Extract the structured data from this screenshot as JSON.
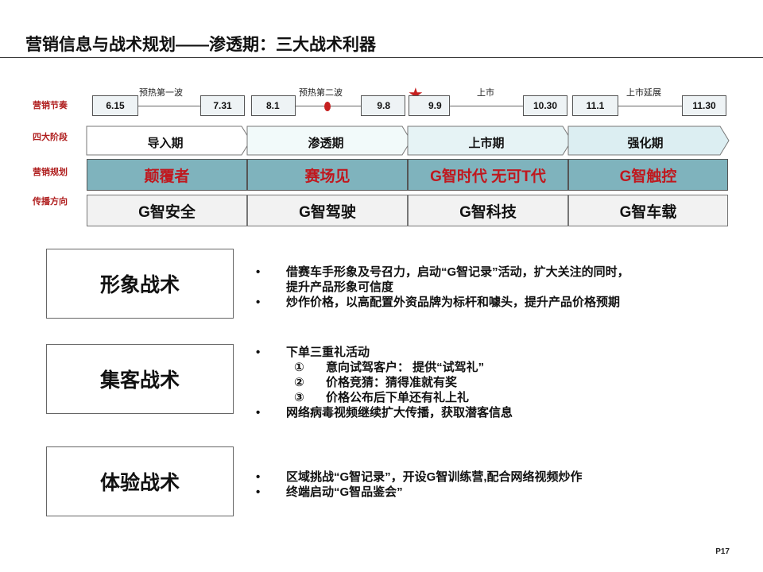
{
  "title": "营销信息与战术规划——渗透期：三大战术利器",
  "row_labels": {
    "rhythm": "营销节奏",
    "stages": "四大阶段",
    "plan": "营销规划",
    "direction": "传播方向"
  },
  "timeline": {
    "dates": [
      "6.15",
      "7.31",
      "8.1",
      "9.8",
      "9.9",
      "10.30",
      "11.1",
      "11.30"
    ],
    "wave_labels": [
      "预热第一波",
      "预热第二波",
      "上市",
      "上市延展"
    ]
  },
  "stages": [
    "导入期",
    "渗透期",
    "上市期",
    "强化期"
  ],
  "plans": [
    "颠覆者",
    "赛场见",
    "G智时代 无可T代",
    "G智触控"
  ],
  "directions": [
    "G智安全",
    "G智驾驶",
    "G智科技",
    "G智车载"
  ],
  "tactics": [
    {
      "name": "形象战术",
      "bullets": [
        {
          "line1": "借赛车手形象及号召力，启动“G智记录”活动，扩大关注的同时，",
          "line2": "提升产品形象可信度"
        },
        {
          "line1": "炒作价格，以高配置外资品牌为标杆和噱头，提升产品价格预期"
        }
      ]
    },
    {
      "name": "集客战术",
      "bullet1": "下单三重礼活动",
      "subs": [
        {
          "num": "①",
          "text": "意向试驾客户： 提供“试驾礼”"
        },
        {
          "num": "②",
          "text": "价格竞猜：猜得准就有奖"
        },
        {
          "num": "③",
          "text": "价格公布后下单还有礼上礼"
        }
      ],
      "bullet2": "网络病毒视频继续扩大传播，获取潜客信息"
    },
    {
      "name": "体验战术",
      "bullets": [
        "区域挑战“G智记录”，开设G智训练营,配合网络视频炒作",
        "终端启动“G智品鉴会”"
      ]
    }
  ],
  "bullet_char": "•",
  "page_number": "P17",
  "colors": {
    "accent_red": "#c0181e",
    "teal": "#7fb3bd",
    "marker_red": "#c62020"
  }
}
